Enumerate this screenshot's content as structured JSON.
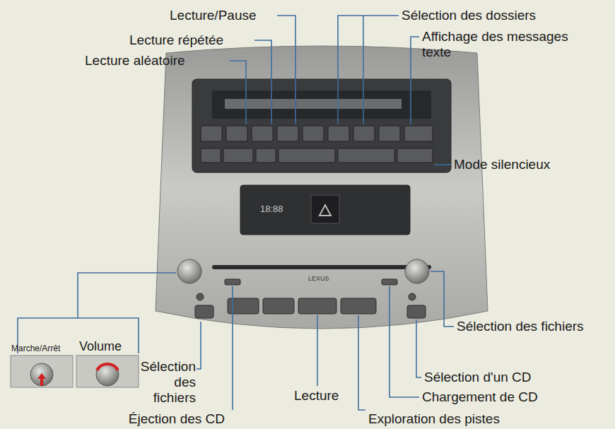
{
  "diagram": {
    "labels": [
      "Lecture/Pause",
      "Lecture répétée",
      "Lecture aléatoire",
      "Sélection des dossiers",
      "Affichage des messages texte",
      "Mode silencieux",
      "Sélection des fichiers",
      "Marche/Arrêt",
      "Volume",
      "Sélection des fichiers",
      "Sélection d'un CD",
      "Chargement de CD",
      "Lecture",
      "Éjection des CD",
      "Exploration des pistes",
      "LEXUS",
      "18:88"
    ]
  }
}
